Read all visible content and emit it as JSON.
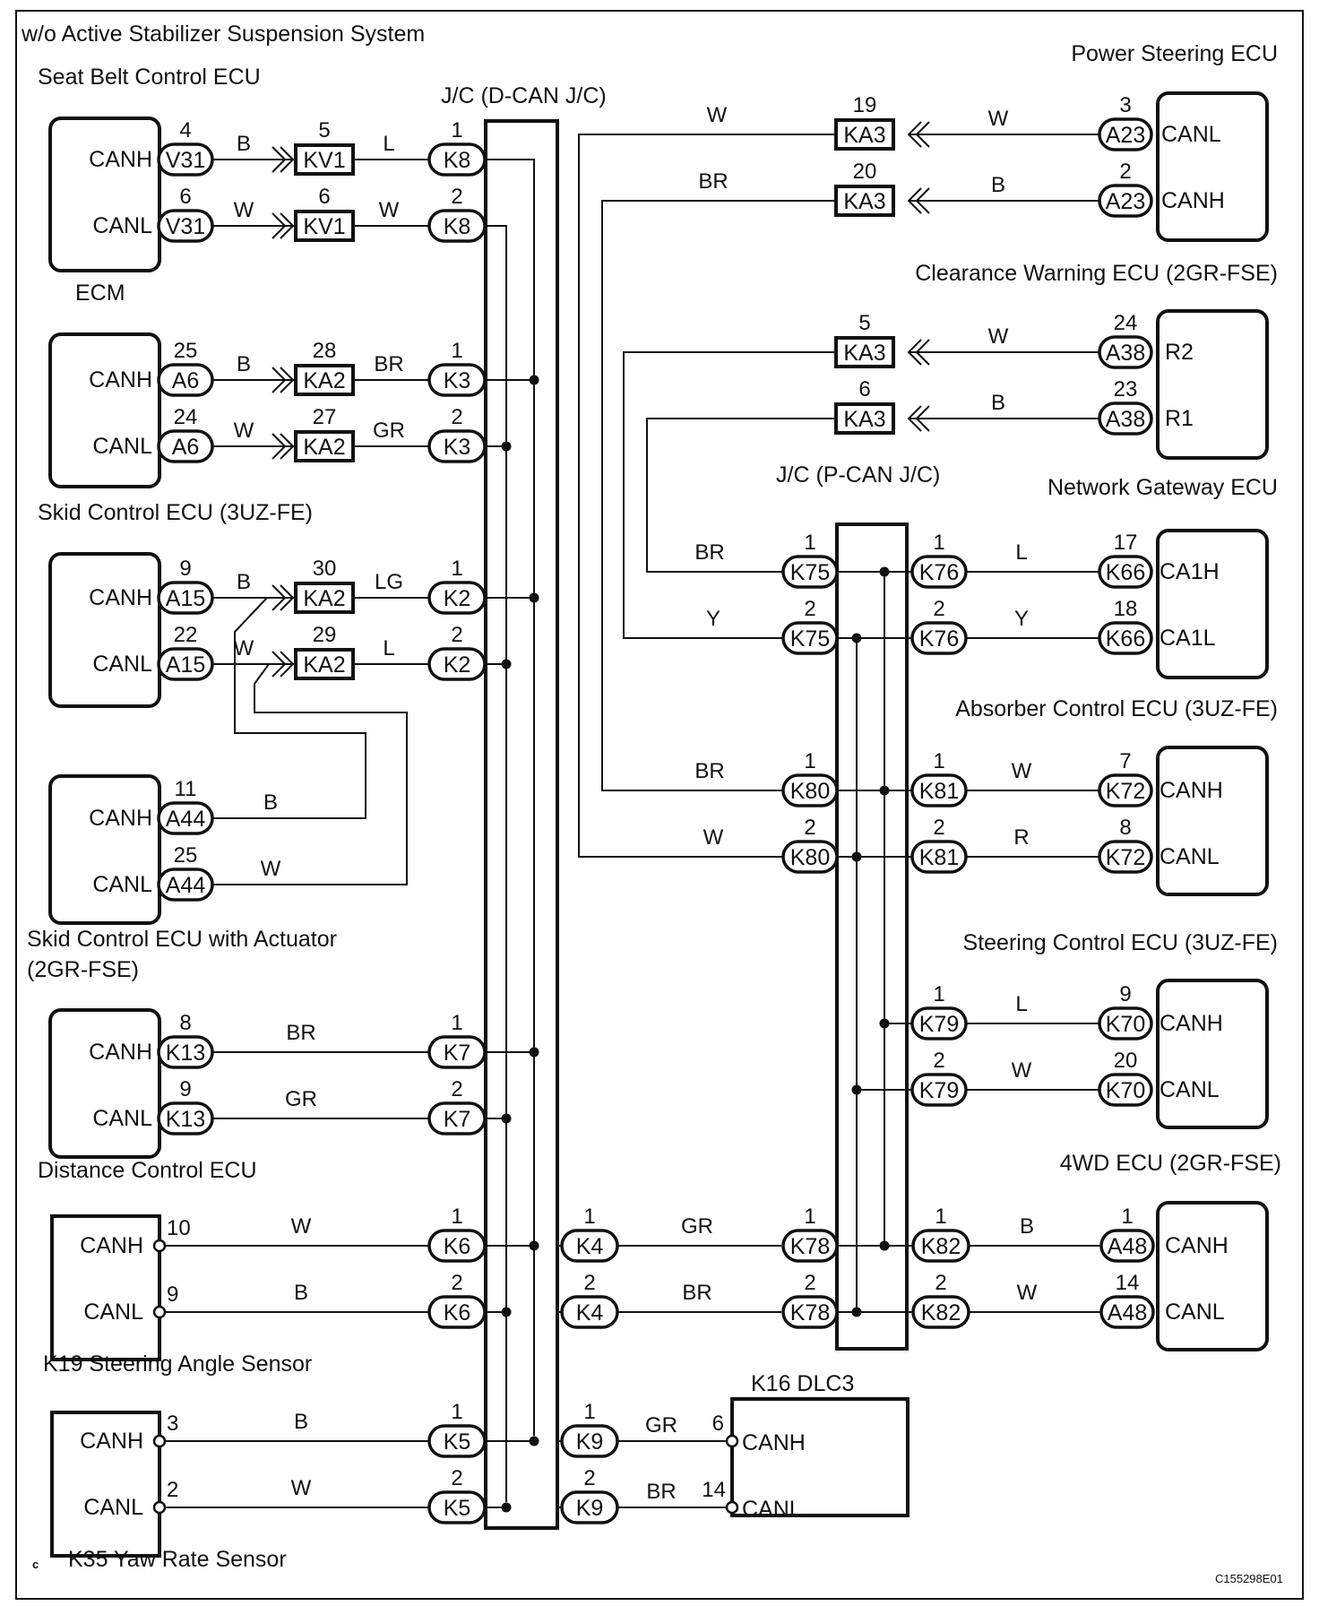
{
  "title": "w/o Active Stabilizer Suspension System",
  "figure_code": "C155298E01",
  "corner_mark": "c",
  "junctions": {
    "dcan": "J/C (D-CAN J/C)",
    "pcan": "J/C (P-CAN J/C)"
  },
  "ecus": {
    "seat_belt": {
      "label": "Seat Belt Control ECU",
      "sig1": "CANH",
      "sig2": "CANL"
    },
    "ecm": {
      "label": "ECM",
      "sig1": "CANH",
      "sig2": "CANL"
    },
    "skid_3uz": {
      "label": "Skid Control ECU (3UZ-FE)",
      "sig1": "CANH",
      "sig2": "CANL"
    },
    "skid_act": {
      "label": "Skid Control ECU with Actuator",
      "label2": "(2GR-FSE)",
      "sig1": "CANH",
      "sig2": "CANL"
    },
    "distance": {
      "label": "Distance Control ECU",
      "sig1": "CANH",
      "sig2": "CANL"
    },
    "steer_angle": {
      "label": "K19 Steering Angle Sensor",
      "sig1": "CANH",
      "sig2": "CANL"
    },
    "yaw": {
      "label": "K35 Yaw Rate Sensor",
      "sig1": "CANH",
      "sig2": "CANL"
    },
    "dlc3": {
      "label": "K16  DLC3",
      "sig1": "CANH",
      "sig2": "CANL"
    },
    "power_steer": {
      "label": "Power Steering ECU",
      "sig1": "CANL",
      "sig2": "CANH"
    },
    "clearance": {
      "label": "Clearance Warning ECU (2GR-FSE)",
      "sig1": "R2",
      "sig2": "R1"
    },
    "gateway": {
      "label": "Network Gateway ECU",
      "sig1": "CA1H",
      "sig2": "CA1L"
    },
    "absorber": {
      "label": "Absorber Control ECU (3UZ-FE)",
      "sig1": "CANH",
      "sig2": "CANL"
    },
    "steer_ctrl": {
      "label": "Steering Control ECU (3UZ-FE)",
      "sig1": "CANH",
      "sig2": "CANL"
    },
    "fourwd": {
      "label": "4WD ECU (2GR-FSE)",
      "sig1": "CANH",
      "sig2": "CANL"
    }
  },
  "connections": {
    "seat_belt": {
      "row1": {
        "ecu_pin": "4",
        "ecu_conn": "V31",
        "wire1": "B",
        "mid_pin": "5",
        "mid_conn": "KV1",
        "wire2": "L",
        "jc_pin": "1",
        "jc_conn": "K8"
      },
      "row2": {
        "ecu_pin": "6",
        "ecu_conn": "V31",
        "wire1": "W",
        "mid_pin": "6",
        "mid_conn": "KV1",
        "wire2": "W",
        "jc_pin": "2",
        "jc_conn": "K8"
      }
    },
    "ecm": {
      "row1": {
        "ecu_pin": "25",
        "ecu_conn": "A6",
        "wire1": "B",
        "mid_pin": "28",
        "mid_conn": "KA2",
        "wire2": "BR",
        "jc_pin": "1",
        "jc_conn": "K3"
      },
      "row2": {
        "ecu_pin": "24",
        "ecu_conn": "A6",
        "wire1": "W",
        "mid_pin": "27",
        "mid_conn": "KA2",
        "wire2": "GR",
        "jc_pin": "2",
        "jc_conn": "K3"
      }
    },
    "skid_3uz": {
      "row1": {
        "ecu_pin": "9",
        "ecu_conn": "A15",
        "wire1": "B",
        "mid_pin": "30",
        "mid_conn": "KA2",
        "wire2": "LG",
        "jc_pin": "1",
        "jc_conn": "K2"
      },
      "row2": {
        "ecu_pin": "22",
        "ecu_conn": "A15",
        "wire1": "W",
        "mid_pin": "29",
        "mid_conn": "KA2",
        "wire2": "L",
        "jc_pin": "2",
        "jc_conn": "K2"
      }
    },
    "skid_act": {
      "row1": {
        "ecu_pin": "11",
        "ecu_conn": "A44",
        "wire1": "B"
      },
      "row2": {
        "ecu_pin": "25",
        "ecu_conn": "A44",
        "wire1": "W"
      }
    },
    "distance": {
      "row1": {
        "ecu_pin": "8",
        "ecu_conn": "K13",
        "wire1": "BR",
        "jc_pin": "1",
        "jc_conn": "K7"
      },
      "row2": {
        "ecu_pin": "9",
        "ecu_conn": "K13",
        "wire1": "GR",
        "jc_pin": "2",
        "jc_conn": "K7"
      }
    },
    "steer_angle": {
      "row1": {
        "ecu_pin": "10",
        "wire1": "W",
        "jc_pin": "1",
        "jc_conn": "K6"
      },
      "row2": {
        "ecu_pin": "9",
        "wire1": "B",
        "jc_pin": "2",
        "jc_conn": "K6"
      }
    },
    "yaw": {
      "row1": {
        "ecu_pin": "3",
        "wire1": "B",
        "jc_pin": "1",
        "jc_conn": "K5"
      },
      "row2": {
        "ecu_pin": "2",
        "wire1": "W",
        "jc_pin": "2",
        "jc_conn": "K5"
      }
    },
    "dcan_to_pcan": {
      "row1": {
        "out_pin": "1",
        "out_conn": "K4",
        "wire": "GR",
        "in_pin": "1",
        "in_conn": "K78"
      },
      "row2": {
        "out_pin": "2",
        "out_conn": "K4",
        "wire": "BR",
        "in_pin": "2",
        "in_conn": "K78"
      }
    },
    "dlc3": {
      "row1": {
        "out_pin": "1",
        "out_conn": "K9",
        "wire": "GR",
        "term_pin": "6"
      },
      "row2": {
        "out_pin": "2",
        "out_conn": "K9",
        "wire": "BR",
        "term_pin": "14"
      }
    },
    "power_steer": {
      "row1": {
        "left_wire": "W",
        "mid_pin": "19",
        "mid_conn": "KA3",
        "wire2": "W",
        "ecu_pin": "3",
        "ecu_conn": "A23"
      },
      "row2": {
        "left_wire": "BR",
        "mid_pin": "20",
        "mid_conn": "KA3",
        "wire2": "B",
        "ecu_pin": "2",
        "ecu_conn": "A23"
      }
    },
    "clearance": {
      "row1": {
        "mid_pin": "5",
        "mid_conn": "KA3",
        "wire2": "W",
        "ecu_pin": "24",
        "ecu_conn": "A38"
      },
      "row2": {
        "mid_pin": "6",
        "mid_conn": "KA3",
        "wire2": "B",
        "ecu_pin": "23",
        "ecu_conn": "A38"
      }
    },
    "gateway": {
      "row1": {
        "left_wire": "BR",
        "in_pin": "1",
        "in_conn": "K75",
        "out_pin": "1",
        "out_conn": "K76",
        "wire": "L",
        "ecu_pin": "17",
        "ecu_conn": "K66"
      },
      "row2": {
        "left_wire": "Y",
        "in_pin": "2",
        "in_conn": "K75",
        "out_pin": "2",
        "out_conn": "K76",
        "wire": "Y",
        "ecu_pin": "18",
        "ecu_conn": "K66"
      }
    },
    "absorber": {
      "row1": {
        "left_wire": "BR",
        "in_pin": "1",
        "in_conn": "K80",
        "out_pin": "1",
        "out_conn": "K81",
        "wire": "W",
        "ecu_pin": "7",
        "ecu_conn": "K72"
      },
      "row2": {
        "left_wire": "W",
        "in_pin": "2",
        "in_conn": "K80",
        "out_pin": "2",
        "out_conn": "K81",
        "wire": "R",
        "ecu_pin": "8",
        "ecu_conn": "K72"
      }
    },
    "steer_ctrl": {
      "row1": {
        "out_pin": "1",
        "out_conn": "K79",
        "wire": "L",
        "ecu_pin": "9",
        "ecu_conn": "K70"
      },
      "row2": {
        "out_pin": "2",
        "out_conn": "K79",
        "wire": "W",
        "ecu_pin": "20",
        "ecu_conn": "K70"
      }
    },
    "fourwd": {
      "row1": {
        "out_pin": "1",
        "out_conn": "K82",
        "wire": "B",
        "ecu_pin": "1",
        "ecu_conn": "A48"
      },
      "row2": {
        "out_pin": "2",
        "out_conn": "K82",
        "wire": "W",
        "ecu_pin": "14",
        "ecu_conn": "A48"
      }
    }
  }
}
